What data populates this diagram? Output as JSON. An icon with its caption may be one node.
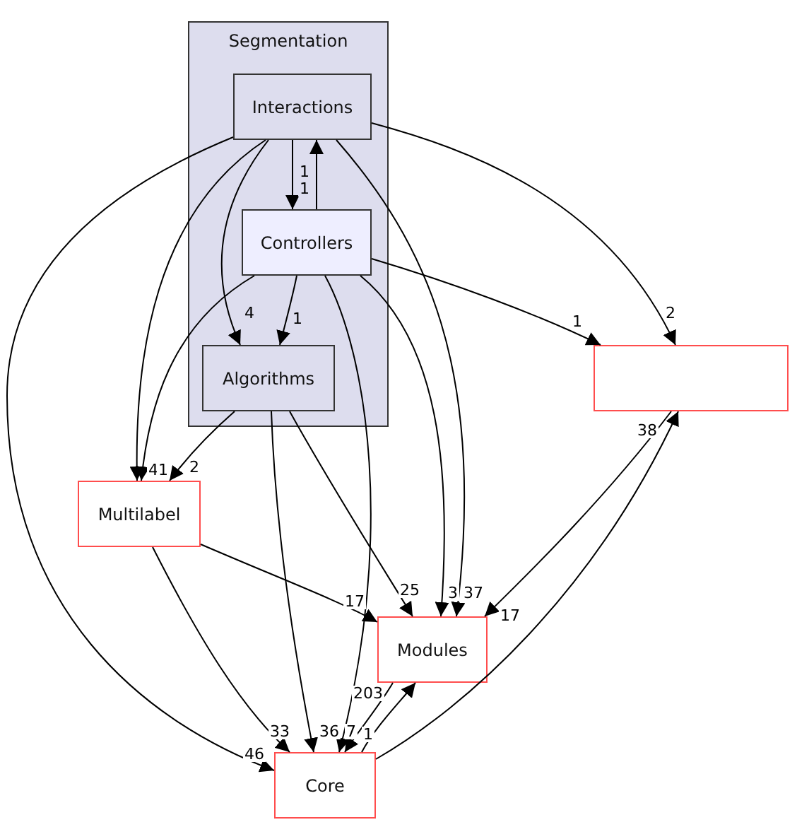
{
  "diagram": {
    "nodes": [
      {
        "text": [
          "Segmentation"
        ]
      },
      {
        "text": [
          "Interactions"
        ],
        "in": 0
      },
      {
        "text": [
          "Controllers"
        ],
        "in": 0
      },
      {
        "text": [
          "Algorithms"
        ],
        "in": 0
      },
      {
        "text": [],
        "shape": "box"
      },
      {
        "text": [
          "Multilabel"
        ]
      },
      {
        "text": [
          "Modules"
        ]
      },
      {
        "text": [
          "Core"
        ]
      }
    ],
    "edges": [
      {
        "from": 1,
        "to": 2,
        "arrow": "to",
        "label": "1"
      },
      {
        "from": 2,
        "to": 1,
        "arrow": "to",
        "label": "1"
      },
      {
        "from": 1,
        "to": 3,
        "arrow": "to",
        "label": "4"
      },
      {
        "from": 2,
        "to": 3,
        "arrow": "to",
        "label": "1"
      },
      {
        "from": 1,
        "to": 4,
        "arrow": "to",
        "label": "2"
      },
      {
        "from": 2,
        "to": 4,
        "arrow": "to",
        "label": "1"
      },
      {
        "from": 1,
        "to": 5,
        "arrow": "to",
        "label": "4"
      },
      {
        "from": 2,
        "to": 5,
        "arrow": "to",
        "label": "1"
      },
      {
        "from": 3,
        "to": 5,
        "arrow": "to",
        "label": "2"
      },
      {
        "from": 1,
        "to": 7,
        "arrow": "to",
        "label": "46"
      },
      {
        "from": 1,
        "to": 6,
        "arrow": "to",
        "label": "37"
      },
      {
        "from": 2,
        "to": 6,
        "arrow": "to",
        "label": "3"
      },
      {
        "from": 2,
        "to": 7,
        "arrow": "to",
        "label": "7"
      },
      {
        "from": 3,
        "to": 7,
        "arrow": "to",
        "label": "36"
      },
      {
        "from": 3,
        "to": 6,
        "arrow": "to",
        "label": "25"
      },
      {
        "from": 5,
        "to": 6,
        "arrow": "to",
        "label": "17"
      },
      {
        "from": 5,
        "to": 7,
        "arrow": "to",
        "label": "33"
      },
      {
        "from": 4,
        "to": 6,
        "arrow": "to",
        "label": "17"
      },
      {
        "from": 7,
        "to": 4,
        "arrow": "to",
        "label": "38"
      },
      {
        "from": 7,
        "to": 6,
        "arrow": "to",
        "label": "203"
      },
      {
        "from": 6,
        "to": 7,
        "arrow": "to",
        "label": "1"
      }
    ]
  }
}
